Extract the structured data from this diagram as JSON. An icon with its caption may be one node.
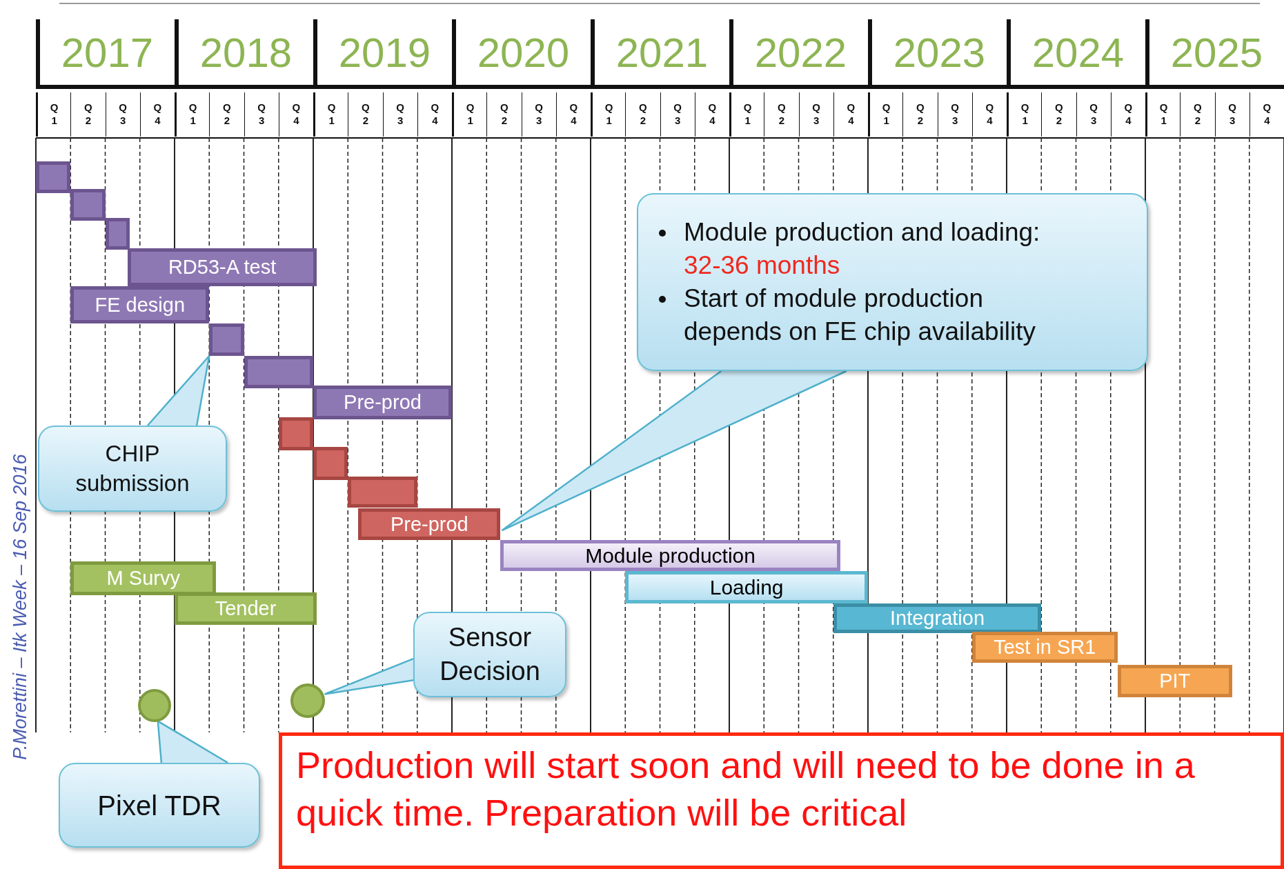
{
  "diagram": {
    "nodes": [
      {
        "text": [],
        "shape": "bar"
      },
      {
        "text": [],
        "shape": "bar"
      },
      {
        "text": [],
        "shape": "bar"
      },
      {
        "text": [
          "RD53-A test"
        ]
      },
      {
        "text": [
          "FE design"
        ]
      },
      {
        "text": [],
        "shape": "bar"
      },
      {
        "text": [],
        "shape": "bar"
      },
      {
        "text": [
          "Pre-prod"
        ]
      },
      {
        "text": [],
        "shape": "bar"
      },
      {
        "text": [],
        "shape": "bar"
      },
      {
        "text": [],
        "shape": "bar"
      },
      {
        "text": [
          "Pre-prod"
        ]
      },
      {
        "text": [
          "Module production"
        ]
      },
      {
        "text": [
          "Loading"
        ]
      },
      {
        "text": [
          "Integration"
        ]
      },
      {
        "text": [
          "Test in SR1"
        ]
      },
      {
        "text": [
          "PIT"
        ]
      },
      {
        "text": [
          "Module production and loading:",
          "32-36 months",
          "Start of module production depends on FE chip availability"
        ]
      },
      {
        "text": [
          "CHIP submission"
        ]
      },
      {
        "text": [
          "M Survy"
        ]
      },
      {
        "text": [
          "Tender"
        ]
      },
      {
        "text": [
          "Sensor Decision"
        ]
      },
      {
        "text": [],
        "shape": "circle"
      },
      {
        "text": [],
        "shape": "circle"
      },
      {
        "text": [
          "Pixel TDR"
        ]
      },
      {
        "text": [
          "Production will start soon and will need to be done in a quick time. Preparation will be critical"
        ]
      }
    ],
    "edges": [
      {
        "from": 18,
        "to": 5,
        "arrow": "none"
      },
      {
        "from": 21,
        "to": 23,
        "arrow": "none"
      },
      {
        "from": 24,
        "to": 22,
        "arrow": "none"
      },
      {
        "from": 17,
        "to": 11,
        "arrow": "none"
      }
    ],
    "labels": [
      "2017",
      "2018",
      "2019",
      "2020",
      "2021",
      "2022",
      "2023",
      "2024",
      "2025",
      "Q 1",
      "Q 2",
      "Q 3",
      "Q 4",
      "Q 1",
      "Q 2",
      "Q 3",
      "Q 4",
      "Q 1",
      "Q 2",
      "Q 3",
      "Q 4",
      "Q 1",
      "Q 2",
      "Q 3",
      "Q 4",
      "Q 1",
      "Q 2",
      "Q 3",
      "Q 4",
      "Q 1",
      "Q 2",
      "Q 3",
      "Q 4",
      "Q 1",
      "Q 2",
      "Q 3",
      "Q 4",
      "Q 1",
      "Q 2",
      "Q 3",
      "Q 4",
      "Q 1",
      "Q 2",
      "Q 3",
      "Q 4",
      "P.Morettini – Itk Week – 16 Sep 2016"
    ]
  }
}
